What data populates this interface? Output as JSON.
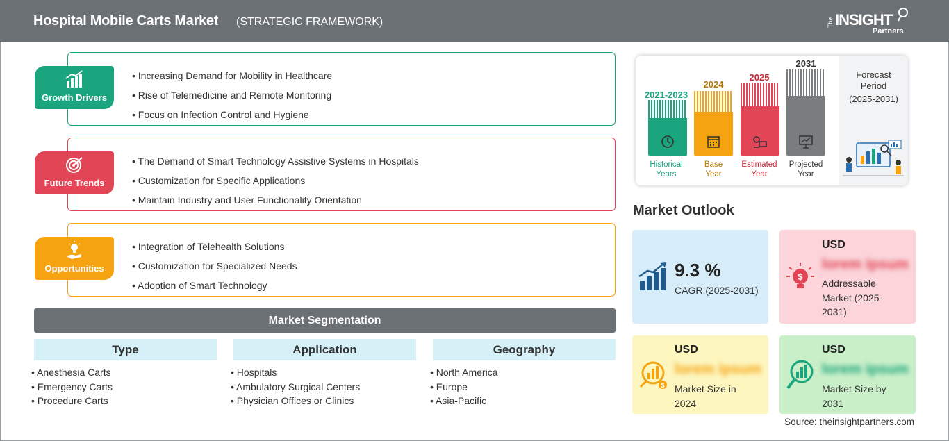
{
  "header": {
    "title": "Hospital Mobile Carts Market",
    "subtitle": "(STRATEGIC FRAMEWORK)",
    "logo": {
      "the": "The",
      "insight": "INSIGHT",
      "partners": "Partners"
    }
  },
  "framework": [
    {
      "label": "Growth Drivers",
      "color": "#1aa57e",
      "icon": "growth-chart-icon",
      "items": [
        "Increasing Demand for Mobility in Healthcare",
        "Rise of Telemedicine and Remote Monitoring",
        "Focus on Infection Control and Hygiene"
      ]
    },
    {
      "label": "Future Trends",
      "color": "#e24556",
      "icon": "target-icon",
      "items": [
        "The Demand of Smart Technology Assistive Systems in Hospitals",
        "Customization for Specific Applications",
        "Maintain Industry and User Functionality Orientation"
      ]
    },
    {
      "label": "Opportunities",
      "color": "#f5a311",
      "icon": "lightbulb-hand-icon",
      "items": [
        "Integration of Telehealth Solutions",
        "Customization for Specialized Needs",
        "Adoption of Smart Technology"
      ]
    }
  ],
  "segmentation": {
    "title": "Market Segmentation",
    "columns": [
      {
        "head": "Type",
        "items": [
          "Anesthesia Carts",
          "Emergency Carts",
          "Procedure Carts"
        ]
      },
      {
        "head": "Application",
        "items": [
          "Hospitals",
          "Ambulatory Surgical Centers",
          "Physician Offices or Clinics"
        ]
      },
      {
        "head": "Geography",
        "items": [
          "North America",
          "Europe",
          "Asia-Pacific"
        ]
      }
    ]
  },
  "timeline": {
    "bars": [
      {
        "year": "2021-2023",
        "caption": [
          "Historical",
          "Years"
        ],
        "color": "#1aa57e",
        "icon": "history-icon"
      },
      {
        "year": "2024",
        "caption": [
          "Base",
          "Year"
        ],
        "color": "#f5a311",
        "icon": "calendar-icon"
      },
      {
        "year": "2025",
        "caption": [
          "Estimated",
          "Year"
        ],
        "color": "#e24556",
        "icon": "estimate-icon"
      },
      {
        "year": "2031",
        "caption": [
          "Projected",
          "Year"
        ],
        "color": "#7a7d80",
        "icon": "presentation-icon"
      }
    ],
    "forecast": {
      "line1": "Forecast",
      "line2": "Period",
      "line3": "(2025-2031)"
    }
  },
  "outlook": {
    "title": "Market Outlook",
    "cagr": {
      "value": "9.3 %",
      "label": "CAGR (2025-2031)",
      "bg": "#d6ecf8",
      "icon": "bar-growth-icon"
    },
    "addressable": {
      "usd": "USD",
      "placeholder": "lorem ipsum",
      "label_lines": [
        "Addressable",
        "Market (2025-",
        "2031)"
      ],
      "bg": "#fbd5da",
      "icon": "dollar-bulb-icon"
    },
    "size2024": {
      "usd": "USD",
      "placeholder": "lorem ipsum",
      "label_lines": [
        "Market Size in",
        "2024"
      ],
      "bg": "#fdf6bf",
      "icon": "money-chart-icon"
    },
    "size2031": {
      "usd": "USD",
      "placeholder": "lorem ipsum",
      "label_lines": [
        "Market Size by",
        "2031"
      ],
      "bg": "#c9efc8",
      "icon": "growth-magnifier-icon"
    }
  },
  "source": "Source: theinsightpartners.com"
}
